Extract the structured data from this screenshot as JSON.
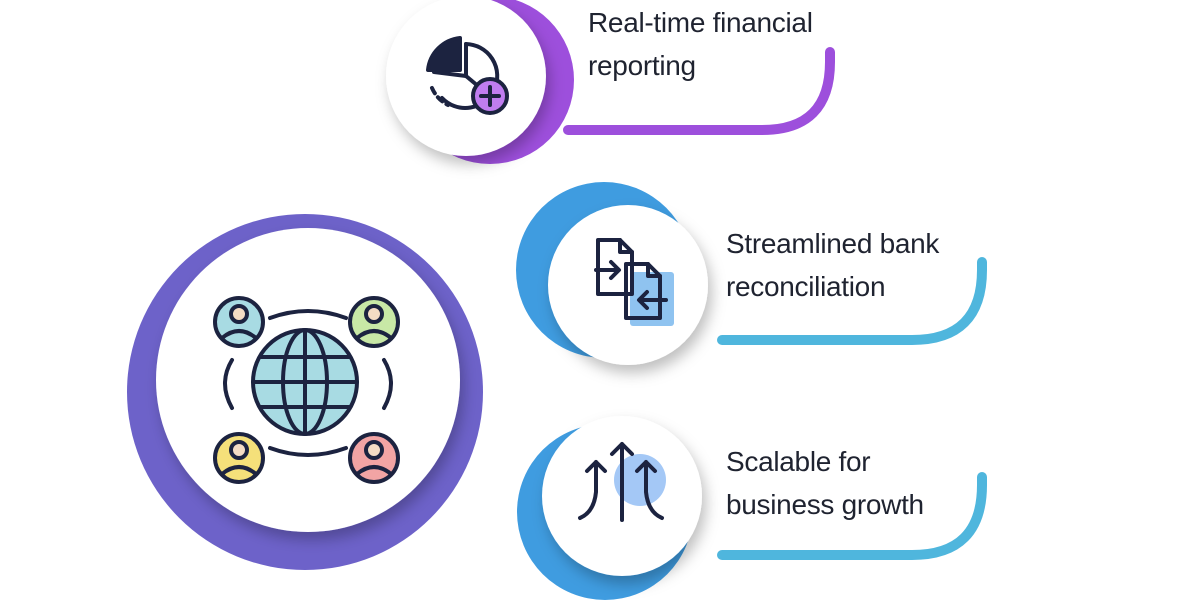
{
  "colors": {
    "purple_accent": "#9d4fdc",
    "indigo_ring": "#6d62c9",
    "blue_accent": "#3f9ce0",
    "teal_curve": "#4fb6dd",
    "icon_stroke": "#1c2340",
    "globe_fill": "#a8dbe3",
    "report_fill": "#c07df0",
    "doc_fill": "#8fc3f0",
    "arrows_fill": "#a4c8f6",
    "avatar_green": "#c8e8a6",
    "avatar_yellow": "#f5e07a",
    "avatar_red": "#f2a4a4",
    "avatar_teal": "#a8dbe3"
  },
  "items": [
    {
      "line1": "Real-time financial",
      "line2": "reporting",
      "icon": "pie-chart-plus-icon"
    },
    {
      "line1": "Streamlined bank",
      "line2": "reconciliation",
      "icon": "document-transfer-icon"
    },
    {
      "line1": "Scalable for",
      "line2": "business growth",
      "icon": "growth-arrows-icon"
    }
  ],
  "hub": {
    "icon": "global-network-icon"
  }
}
